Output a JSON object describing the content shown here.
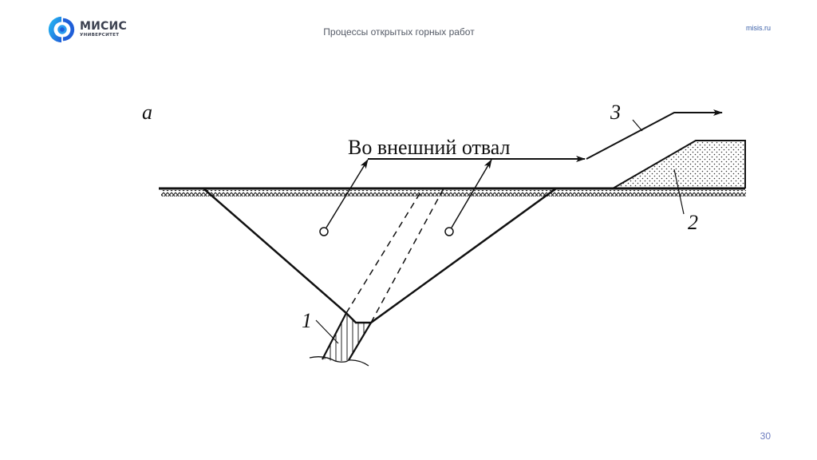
{
  "header": {
    "logo": {
      "name": "МИСИС",
      "subtitle": "УНИВЕРСИТЕТ",
      "icon": "misis-logo-icon",
      "colors": {
        "primary": "#1f6fe0",
        "secondary": "#22b4f0",
        "text": "#3c4150"
      }
    },
    "title": "Процессы открытых горных работ",
    "site_link": "misis.ru"
  },
  "diagram": {
    "panel_label": "а",
    "main_label": "Во внешний отвал",
    "callouts": {
      "c1": "1",
      "c2": "2",
      "c3": "3"
    },
    "elements": [
      {
        "id": "1",
        "name": "ore-body"
      },
      {
        "id": "2",
        "name": "external-dump"
      },
      {
        "id": "3",
        "name": "transport-route"
      }
    ]
  },
  "footer": {
    "page_number": "30"
  }
}
